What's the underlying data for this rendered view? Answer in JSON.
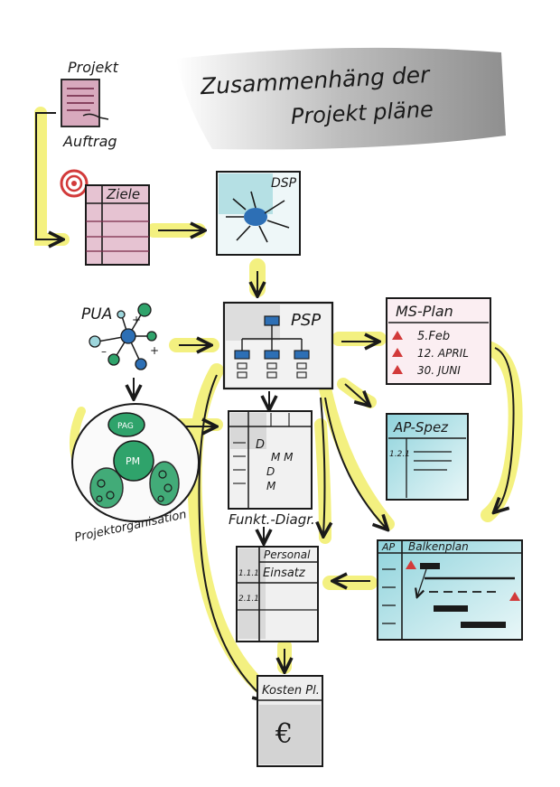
{
  "title": {
    "line1": "Zusammenhäng der",
    "line2": "Projekt pläne"
  },
  "auftrag": {
    "top": "Projekt",
    "bottom": "Auftrag"
  },
  "ziele": {
    "label": "Ziele"
  },
  "dsp": {
    "label": "DSP"
  },
  "pua": {
    "label": "PUA"
  },
  "psp": {
    "label": "PSP"
  },
  "ms_plan": {
    "label": "MS-Plan",
    "rows": [
      "5.Feb",
      "12. APRIL",
      "30. JUNI"
    ]
  },
  "ap_spez": {
    "label": "AP-Spez",
    "row_label": "1.2.1"
  },
  "netzplan": {
    "marks": [
      "D",
      "M M",
      "D",
      "M"
    ]
  },
  "org": {
    "caption": "Projektorganisation",
    "nodes": [
      "PAG",
      "PM"
    ]
  },
  "funkt": {
    "label": "Funkt.-Diagr."
  },
  "personal": {
    "header": "Personal",
    "subheader": "Einsatz",
    "rows": [
      "1.1.1",
      "2.1.1"
    ]
  },
  "balken": {
    "col1": "AP",
    "col2": "Balkenplan"
  },
  "kosten": {
    "label": "Kosten Pl.",
    "symbol": "€"
  },
  "colors": {
    "highlight": "#f2ee6a",
    "ink": "#1a1a1a",
    "red": "#d23a3a",
    "blue": "#2d6fb5",
    "green": "#2fa36b",
    "cyan": "#9dd6dc",
    "gray": "#b9b9b9"
  }
}
